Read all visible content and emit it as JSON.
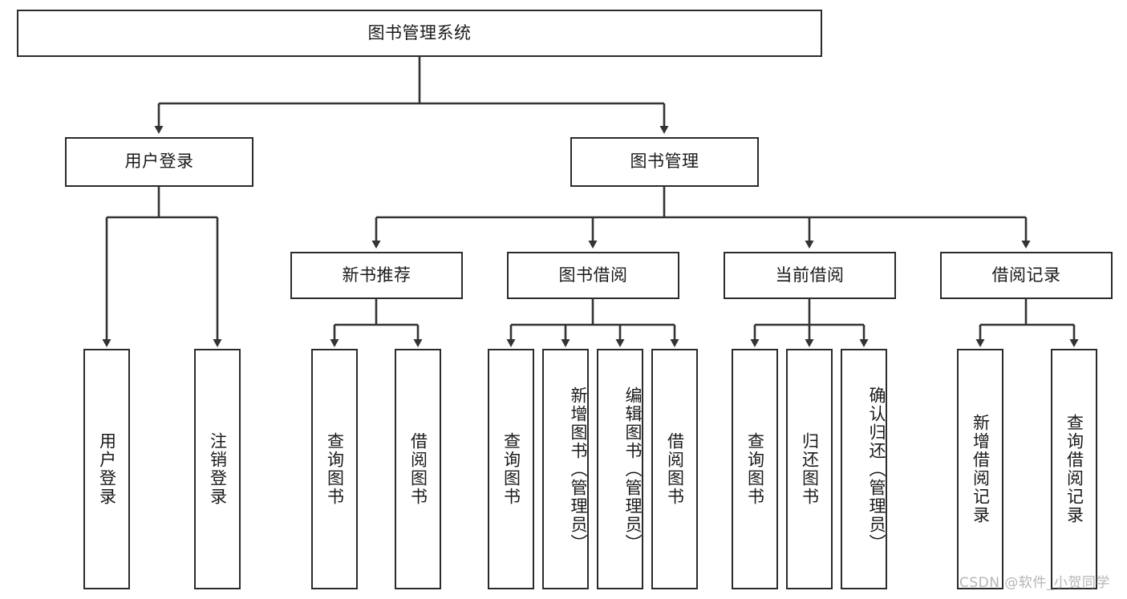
{
  "diagram": {
    "type": "hierarchy-tree",
    "title": "图书管理系统",
    "watermark": "CSDN @软件_小贺同学",
    "colors": {
      "box_stroke": "#2b2b2b",
      "box_fill": "#ffffff",
      "edge": "#333333",
      "text": "#1a1a1a",
      "watermark": "#b6b6b6",
      "background": "#ffffff"
    },
    "nodes": {
      "root": {
        "label": "图书管理系统",
        "level": 0
      },
      "l1": [
        {
          "id": "user-login",
          "label": "用户登录"
        },
        {
          "id": "book-management",
          "label": "图书管理"
        }
      ],
      "l2": [
        {
          "id": "new-book-recommend",
          "label": "新书推荐",
          "parent": "book-management"
        },
        {
          "id": "book-borrow",
          "label": "图书借阅",
          "parent": "book-management"
        },
        {
          "id": "current-borrow",
          "label": "当前借阅",
          "parent": "book-management"
        },
        {
          "id": "borrow-record",
          "label": "借阅记录",
          "parent": "book-management"
        }
      ],
      "l3": [
        {
          "id": "leaf-user-login",
          "label": "用户登录",
          "parent": "user-login"
        },
        {
          "id": "leaf-logout-login",
          "label": "注销登录",
          "parent": "user-login"
        },
        {
          "id": "leaf-query-book-1",
          "label": "查询图书",
          "parent": "new-book-recommend"
        },
        {
          "id": "leaf-borrow-book-1",
          "label": "借阅图书",
          "parent": "new-book-recommend"
        },
        {
          "id": "leaf-query-book-2",
          "label": "查询图书",
          "parent": "book-borrow"
        },
        {
          "id": "leaf-add-book",
          "label": "新增图书（管理员）",
          "parent": "book-borrow"
        },
        {
          "id": "leaf-edit-book",
          "label": "编辑图书（管理员）",
          "parent": "book-borrow"
        },
        {
          "id": "leaf-borrow-book-2",
          "label": "借阅图书",
          "parent": "book-borrow"
        },
        {
          "id": "leaf-query-book-3",
          "label": "查询图书",
          "parent": "current-borrow"
        },
        {
          "id": "leaf-return-book",
          "label": "归还图书",
          "parent": "current-borrow"
        },
        {
          "id": "leaf-confirm-return",
          "label": "确认归还（管理员）",
          "parent": "current-borrow"
        },
        {
          "id": "leaf-add-record",
          "label": "新增借阅记录",
          "parent": "borrow-record"
        },
        {
          "id": "leaf-query-record",
          "label": "查询借阅记录",
          "parent": "borrow-record"
        }
      ]
    }
  }
}
